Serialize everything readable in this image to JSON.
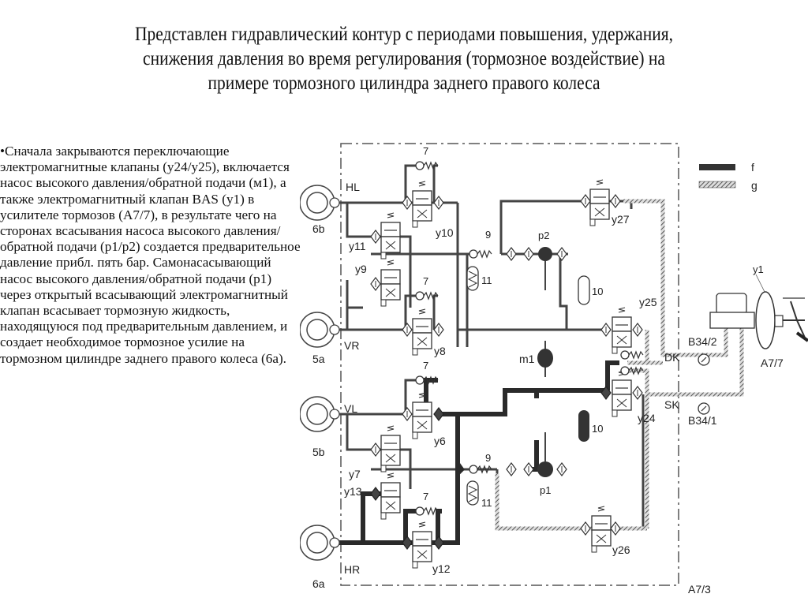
{
  "title": {
    "line1": "Представлен гидравлический контур с периодами повышения, удержания,",
    "line2": "снижения давления во время регулирования (тормозное воздействие) на",
    "line3": "примере тормозного цилиндра заднего правого колеса"
  },
  "description": {
    "bullet": "•",
    "text": "Сначала закрываются переключающие электромагнитные клапаны (у24/у25), включается насос высокого давления/обратной подачи (м1), а также электромагнитный клапан BAS (у1) в усилителе тормозов (А7/7), в результате чего на сторонах всасывания насоса высокого давления/обратной подачи (р1/р2) создается предварительное давление прибл. пять бар. Самонасасывающий насос высокого давления/обратной подачи (р1) через открытый всасывающий электромагнитный клапан всасывает тормозную жидкость, находящуюся под предварительным давлением, и создает необходимое тормозное усилие на тормозном цилиндре заднего правого колеса (6а)."
  },
  "diagram": {
    "legend": {
      "f": "f",
      "g": "g",
      "f_color": "#333333",
      "g_color": "#777777"
    },
    "wheels": {
      "hl_label": "HL",
      "hl_id": "6b",
      "vr_label": "VR",
      "vr_id": "5a",
      "vl_label": "VL",
      "vl_id": "5b",
      "hr_label": "HR",
      "hr_id": "6a"
    },
    "valves": {
      "y10": "y10",
      "y11": "y11",
      "y9": "y9",
      "y8": "y8",
      "y6": "y6",
      "y7": "y7",
      "y13": "y13",
      "y12": "y12",
      "y27": "y27",
      "y25": "y25",
      "y24": "y24",
      "y26": "y26",
      "y1": "y1"
    },
    "components": {
      "check7": "7",
      "check9": "9",
      "acc11": "11",
      "damper10": "10",
      "pump_p1": "p1",
      "pump_p2": "p2",
      "motor_m1": "m1",
      "dk": "DK",
      "sk": "SK",
      "sensor_b34_2": "B34/2",
      "sensor_b34_1": "B34/1",
      "booster": "A7/7",
      "unit": "A7/3"
    }
  }
}
